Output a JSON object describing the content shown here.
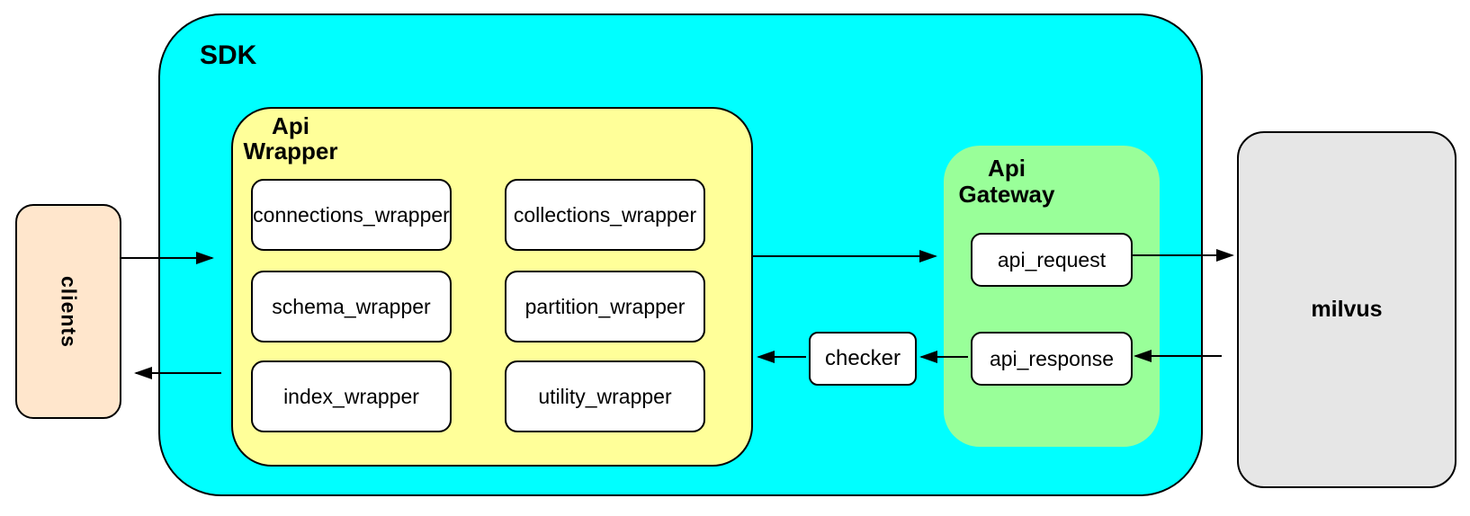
{
  "diagram": {
    "clients": {
      "label": "clients"
    },
    "sdk": {
      "label": "SDK"
    },
    "api_wrapper": {
      "label_line1": "Api",
      "label_line2": "Wrapper",
      "boxes": [
        "connections_wrapper",
        "collections_wrapper",
        "schema_wrapper",
        "partition_wrapper",
        "index_wrapper",
        "utility_wrapper"
      ]
    },
    "checker": {
      "label": "checker"
    },
    "api_gateway": {
      "label_line1": "Api",
      "label_line2": "Gateway",
      "boxes": [
        "api_request",
        "api_response"
      ]
    },
    "milvus": {
      "label": "milvus"
    },
    "colors": {
      "sdk_fill": "#00FFFF",
      "api_wrapper_fill": "#FFFF99",
      "api_gateway_fill": "#99FF99",
      "clients_fill": "#FFE6CC",
      "milvus_fill": "#E6E6E6",
      "sub_box_fill": "#FFFFFF",
      "stroke": "#000000"
    },
    "arrows": [
      {
        "from": "clients",
        "to": "api_wrapper"
      },
      {
        "from": "api_wrapper",
        "to": "clients"
      },
      {
        "from": "api_wrapper",
        "to": "api_gateway"
      },
      {
        "from": "checker",
        "to": "api_wrapper"
      },
      {
        "from": "api_response",
        "to": "checker"
      },
      {
        "from": "api_request",
        "to": "milvus"
      },
      {
        "from": "milvus",
        "to": "api_response"
      }
    ]
  }
}
